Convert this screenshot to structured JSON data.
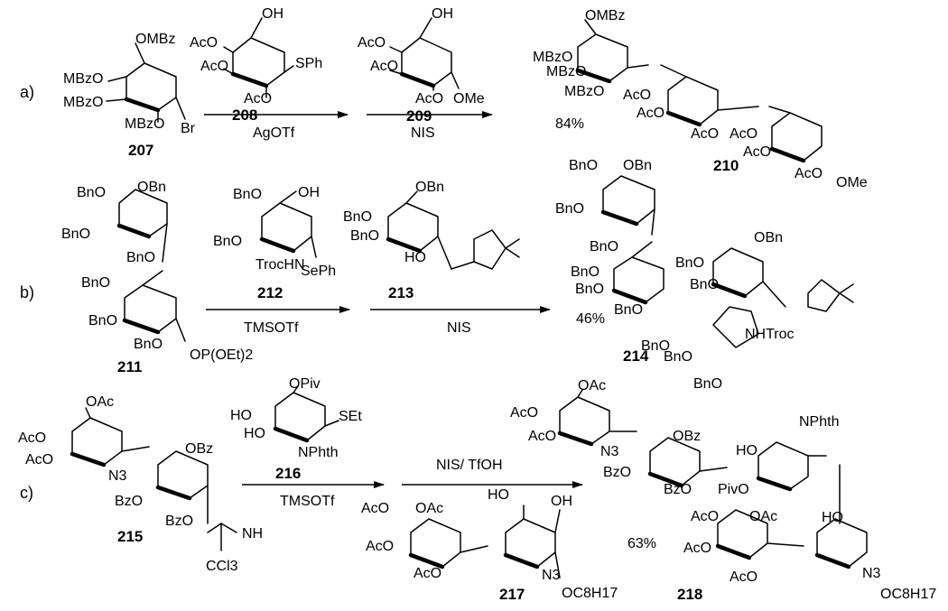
{
  "rows": [
    {
      "label": "a)"
    },
    {
      "label": "b)"
    },
    {
      "label": "c)"
    }
  ],
  "compounds": [
    {
      "id": "207",
      "groups": [
        "OMBz",
        "MBzO",
        "MBzO",
        "MBzO",
        "Br"
      ]
    },
    {
      "id": "208",
      "groups": [
        "OH",
        "AcO",
        "AcO",
        "SPh",
        "AcO"
      ]
    },
    {
      "id": "209",
      "groups": [
        "OH",
        "AcO",
        "AcO",
        "AcO",
        "OMe"
      ]
    },
    {
      "id": "210",
      "groups": [
        "OMBz",
        "MBzO",
        "MBzO",
        "MBzO",
        "AcO",
        "AcO",
        "AcO",
        "AcO",
        "AcO",
        "AcO",
        "OMe"
      ]
    },
    {
      "id": "211",
      "groups": [
        "BnO",
        "OBn",
        "BnO",
        "BnO",
        "BnO",
        "BnO",
        "BnO",
        "OP(OEt)2"
      ]
    },
    {
      "id": "212",
      "groups": [
        "BnO",
        "OH",
        "BnO",
        "TrocHN",
        "SePh"
      ]
    },
    {
      "id": "213",
      "groups": [
        "OBn",
        "BnO",
        "BnO",
        "HO"
      ]
    },
    {
      "id": "214",
      "groups": [
        "BnO",
        "OBn",
        "BnO",
        "BnO",
        "BnO",
        "BnO",
        "BnO",
        "BnO",
        "OBn",
        "BnO",
        "BnO",
        "NHTroc",
        "BnO",
        "BnO"
      ]
    },
    {
      "id": "215",
      "groups": [
        "OAc",
        "AcO",
        "AcO",
        "N3",
        "OBz",
        "BzO",
        "BzO",
        "NH",
        "CCl3"
      ]
    },
    {
      "id": "216",
      "groups": [
        "OPiv",
        "HO",
        "HO",
        "SEt",
        "NPhth"
      ]
    },
    {
      "id": "217",
      "groups": [
        "AcO",
        "OAc",
        "HO",
        "OH",
        "AcO",
        "AcO",
        "N3",
        "OC8H17"
      ]
    },
    {
      "id": "218",
      "groups": [
        "OAc",
        "AcO",
        "AcO",
        "N3",
        "OBz",
        "BzO",
        "BzO",
        "NPhth",
        "HO",
        "PivO",
        "AcO",
        "OAc",
        "HO",
        "AcO",
        "AcO",
        "N3",
        "OC8H17"
      ]
    }
  ],
  "reactions": [
    {
      "row": "a)",
      "step1_reagent": "AgOTf",
      "step2_reagent": "NIS",
      "yield": "84%"
    },
    {
      "row": "b)",
      "step1_reagent": "TMSOTf",
      "step2_reagent": "NIS",
      "yield": "46%"
    },
    {
      "row": "c)",
      "step1_reagent": "TMSOTf",
      "step2_reagent": "NIS/ TfOH",
      "yield": "63%"
    }
  ]
}
